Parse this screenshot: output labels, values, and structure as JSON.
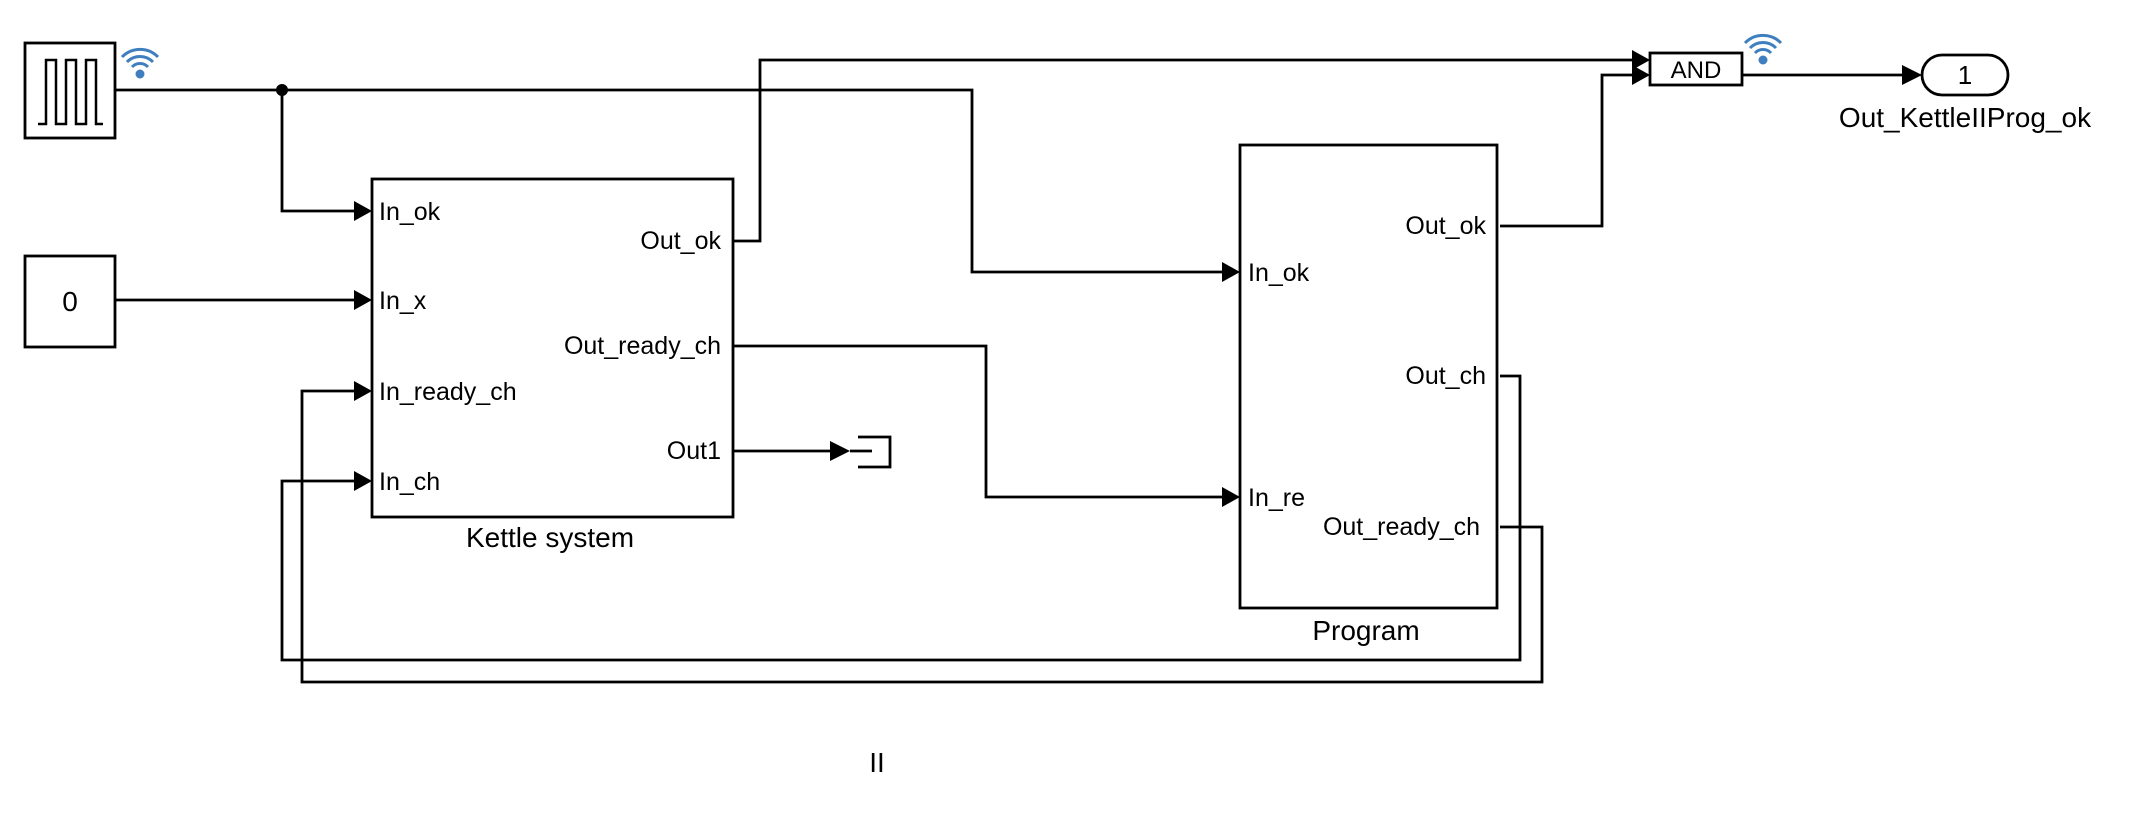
{
  "constant_block": {
    "value": "0"
  },
  "kettle_system": {
    "name": "Kettle system",
    "inputs": [
      "In_ok",
      "In_x",
      "In_ready_ch",
      "In_ch"
    ],
    "outputs": [
      "Out_ok",
      "Out_ready_ch",
      "Out1"
    ]
  },
  "program": {
    "name": "Program",
    "inputs": [
      "In_ok",
      "In_re"
    ],
    "outputs": [
      "Out_ok",
      "Out_ch",
      "Out_ready_ch"
    ]
  },
  "and_block": {
    "label": "AND"
  },
  "outport": {
    "number": "1",
    "name": "Out_KettleIIProg_ok"
  },
  "canvas_text": "II",
  "colors": {
    "signal_logging_icon": "#3f7fbf",
    "line": "#000000"
  }
}
